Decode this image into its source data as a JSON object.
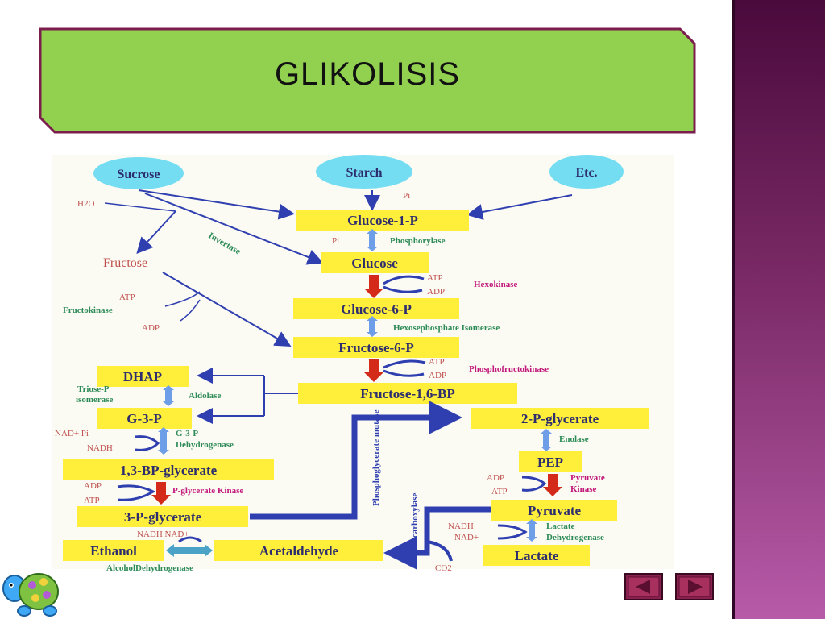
{
  "slide": {
    "title": "GLIKOLISIS"
  },
  "diagram": {
    "sources": {
      "sucrose": "Sucrose",
      "starch": "Starch",
      "etc": "Etc."
    },
    "nodes": {
      "glucose_1_p": "Glucose-1-P",
      "glucose": "Glucose",
      "glucose_6_p": "Glucose-6-P",
      "fructose_6_p": "Fructose-6-P",
      "fructose_1_6_bp": "Fructose-1,6-BP",
      "dhap": "DHAP",
      "g_3_p": "G-3-P",
      "bp_glycerate": "1,3-BP-glycerate",
      "p3_glycerate": "3-P-glycerate",
      "p2_glycerate": "2-P-glycerate",
      "pep": "PEP",
      "pyruvate": "Pyruvate",
      "lactate": "Lactate",
      "ethanol": "Ethanol",
      "acetaldehyde": "Acetaldehyde",
      "fructose": "Fructose"
    },
    "enzymes": {
      "phosphorylase": "Phosphorylase",
      "hexokinase": "Hexokinase",
      "hexosephosphate_isomerase": "Hexosephosphate Isomerase",
      "phosphofructokinase": "Phosphofructokinase",
      "aldolase": "Aldolase",
      "triose_p_isomerase_1": "Triose-P",
      "triose_p_isomerase_2": "isomerase",
      "g3p_dehydrogenase_1": "G-3-P",
      "g3p_dehydrogenase_2": "Dehydrogenase",
      "p_glycerate_kinase": "P-glycerate Kinase",
      "enolase": "Enolase",
      "pyruvate_kinase_1": "Pyruvate",
      "pyruvate_kinase_2": "Kinase",
      "lactate_dehydrogenase_1": "Lactate",
      "lactate_dehydrogenase_2": "Dehydrogenase",
      "alcohol_dehydrogenase": "AlcoholDehydrogenase",
      "invertase": "Invertase",
      "fructokinase": "Fructokinase",
      "phosphoglycerate_mutase": "Phosphoglycerate mutase",
      "decarboxylase": "Decarboxylase"
    },
    "cofactors": {
      "pi_starch": "Pi",
      "pi_phos": "Pi",
      "h2o": "H2O",
      "atp_fk": "ATP",
      "adp_fk": "ADP",
      "atp_hk": "ATP",
      "adp_hk": "ADP",
      "atp_pfk": "ATP",
      "adp_pfk": "ADP",
      "nad_pi": "NAD+ Pi",
      "nadh_g3p": "NADH",
      "adp_pgk": "ADP",
      "atp_pgk": "ATP",
      "adp_pk": "ADP",
      "atp_pk": "ATP",
      "nadh_ldh": "NADH",
      "nad_ldh": "NAD+",
      "nadh_nad_adh": "NADH NAD+",
      "co2": "CO2"
    }
  },
  "colors": {
    "title_fill": "#92d050",
    "title_border": "#7b1e4e",
    "node_fill": "#ffef3a",
    "source_fill": "#74ddf2",
    "arrow_blue": "#2f3fb0",
    "arrow_red": "#d42a1a",
    "arrow_light": "#6f9ee8"
  },
  "icons": [
    "prev-slide-icon",
    "next-slide-icon",
    "turtle-icon"
  ]
}
